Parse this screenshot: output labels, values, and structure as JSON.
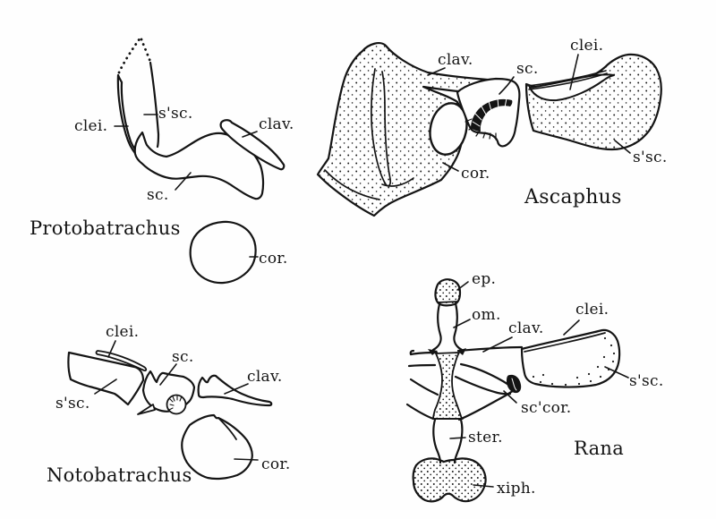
{
  "figure": {
    "type": "anatomical-line-drawing",
    "subject": "anuran pectoral girdles comparison",
    "colors": {
      "ink": "#141414",
      "paper": "#fefefe"
    },
    "panels": {
      "protobatrachus": {
        "name": "Protobatrachus",
        "labels": {
          "clei": "clei.",
          "ssc": "s'sc.",
          "clav": "clav.",
          "sc": "sc.",
          "cor": "cor."
        }
      },
      "ascaphus": {
        "name": "Ascaphus",
        "labels": {
          "clav": "clav.",
          "sc": "sc.",
          "clei": "clei.",
          "ssc": "s'sc.",
          "cor": "cor."
        }
      },
      "notobatrachus": {
        "name": "Notobatrachus",
        "labels": {
          "clei": "clei.",
          "sc": "sc.",
          "clav": "clav.",
          "ssc": "s'sc.",
          "cor": "cor."
        }
      },
      "rana": {
        "name": "Rana",
        "labels": {
          "ep": "ep.",
          "om": "om.",
          "clav": "clav.",
          "clei": "clei.",
          "ssc": "s'sc.",
          "sccor": "sc'cor.",
          "ster": "ster.",
          "xiph": "xiph."
        }
      }
    }
  }
}
